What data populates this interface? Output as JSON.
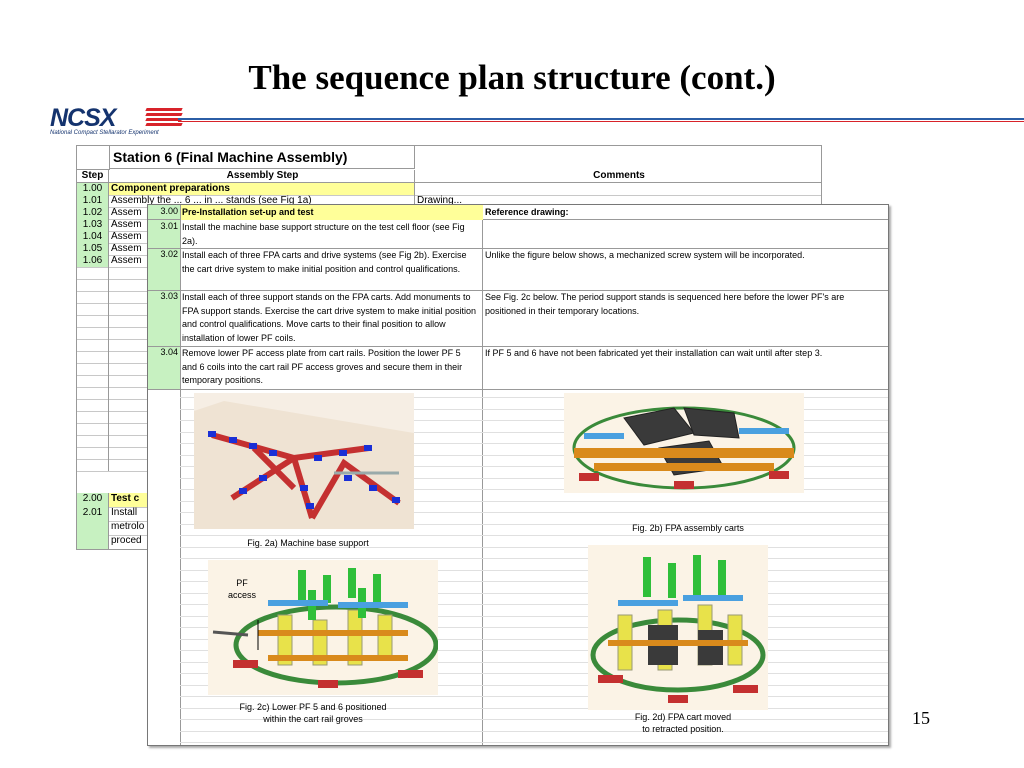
{
  "title": "The sequence plan structure (cont.)",
  "logo": {
    "text": "NCSX",
    "subtitle": "National Compact Stellarator Experiment"
  },
  "page_number": "15",
  "back_sheet": {
    "station_title": "Station 6 (Final Machine Assembly)",
    "headers": {
      "step": "Step",
      "assembly": "Assembly Step",
      "comments": "Comments"
    },
    "rows": [
      {
        "step": "1.00",
        "text": "Component preparations",
        "comment": "",
        "highlight": true
      },
      {
        "step": "1.01",
        "text": "Assembly the ... 6 ... in ... stands (see Fig 1a)",
        "comment": "Drawing..."
      },
      {
        "step": "1.02",
        "text": "Assem",
        "comment": ""
      },
      {
        "step": "1.03",
        "text": "Assem",
        "comment": ""
      },
      {
        "step": "1.04",
        "text": "Assem",
        "comment": ""
      },
      {
        "step": "1.05",
        "text": "Assem",
        "comment": ""
      },
      {
        "step": "1.06",
        "text": "Assem",
        "comment": ""
      }
    ],
    "lower_rows": [
      {
        "step": "2.00",
        "text": "Test c",
        "highlight": true
      },
      {
        "step": "2.01",
        "text": "Install"
      },
      {
        "step": "",
        "text": "metrolo"
      },
      {
        "step": "",
        "text": "proced"
      }
    ]
  },
  "front_sheet": {
    "header": {
      "step": "3.00",
      "text": "Pre-Installation set-up and test",
      "comment": "Reference drawing:"
    },
    "rows": [
      {
        "step": "3.01",
        "text": "Install the machine base support structure on the test cell floor (see Fig 2a).",
        "comment": ""
      },
      {
        "step": "3.02",
        "text": "Install each of three FPA carts and drive systems (see Fig 2b). Exercise the cart drive system to make initial position and control qualifications.",
        "comment": "Unlike the figure below shows, a mechanized screw system will be incorporated."
      },
      {
        "step": "3.03",
        "text": "Install each of three support stands on the FPA carts. Add monuments to FPA support stands. Exercise the cart drive system to make initial position and control qualifications. Move carts to their final position to allow installation of lower PF coils.",
        "comment": "See Fig. 2c below. The period support stands is sequenced here before the lower PF's are positioned in their temporary locations."
      },
      {
        "step": "3.04",
        "text": "Remove lower PF access plate from cart rails. Position the lower PF 5 and 6 coils into the cart rail PF access groves and secure them in their temporary positions.",
        "comment": "If PF 5 and 6 have not been fabricated yet their installation can wait until after step 3."
      }
    ],
    "captions": {
      "fig2a": "Fig. 2a) Machine base support",
      "fig2b": "Fig. 2b) FPA assembly carts",
      "fig2c_line1": "Fig. 2c) Lower PF 5 and 6 positioned",
      "fig2c_line2": "within the cart rail groves",
      "fig2d_line1": "Fig. 2d) FPA cart moved",
      "fig2d_line2": "to retracted position.",
      "pf_label_line1": "PF",
      "pf_label_line2": "access"
    }
  },
  "colors": {
    "title": "#000000",
    "step_green": "#c7f1c1",
    "highlight_yellow": "#ffff99",
    "logo_blue": "#14336e",
    "logo_red": "#d8232a"
  }
}
